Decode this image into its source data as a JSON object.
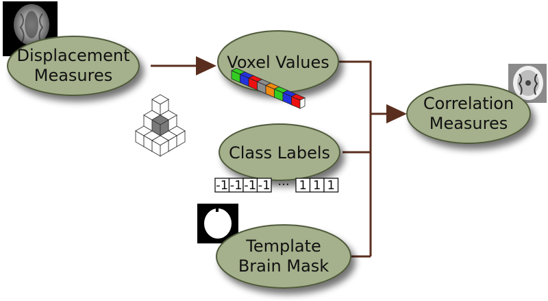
{
  "colors": {
    "node_fill": "#a5b08c",
    "node_stroke": "#4f5a3b",
    "connector": "#5a2e1e",
    "cube_highlight": "#7a7a7a",
    "voxel_red": "#ee1111",
    "voxel_green": "#33cc22",
    "voxel_blue": "#2233dd",
    "voxel_gray": "#8c8c8c",
    "voxel_orange": "#f08a10"
  },
  "nodes": {
    "displacement": {
      "line1": "Displacement",
      "line2": "Measures"
    },
    "voxel": {
      "line1": "Voxel Values"
    },
    "class_labels": {
      "line1": "Class Labels"
    },
    "template": {
      "line1": "Template",
      "line2": "Brain Mask"
    },
    "correlation": {
      "line1": "Correlation",
      "line2": "Measures"
    }
  },
  "label_vector": {
    "cells": [
      "-1",
      "-1",
      "-1",
      "-1",
      "1",
      "1",
      "1"
    ],
    "ellipsis": "···"
  },
  "icons": {
    "brain_scan_top_left": "brain-mri-thumbnail-icon",
    "brain_scan_right": "brain-correlation-map-icon",
    "brain_mask": "brain-mask-icon",
    "voxel_cube_stack": "voxel-cube-stack-icon",
    "voxel_strip": "voxel-value-strip-icon"
  }
}
